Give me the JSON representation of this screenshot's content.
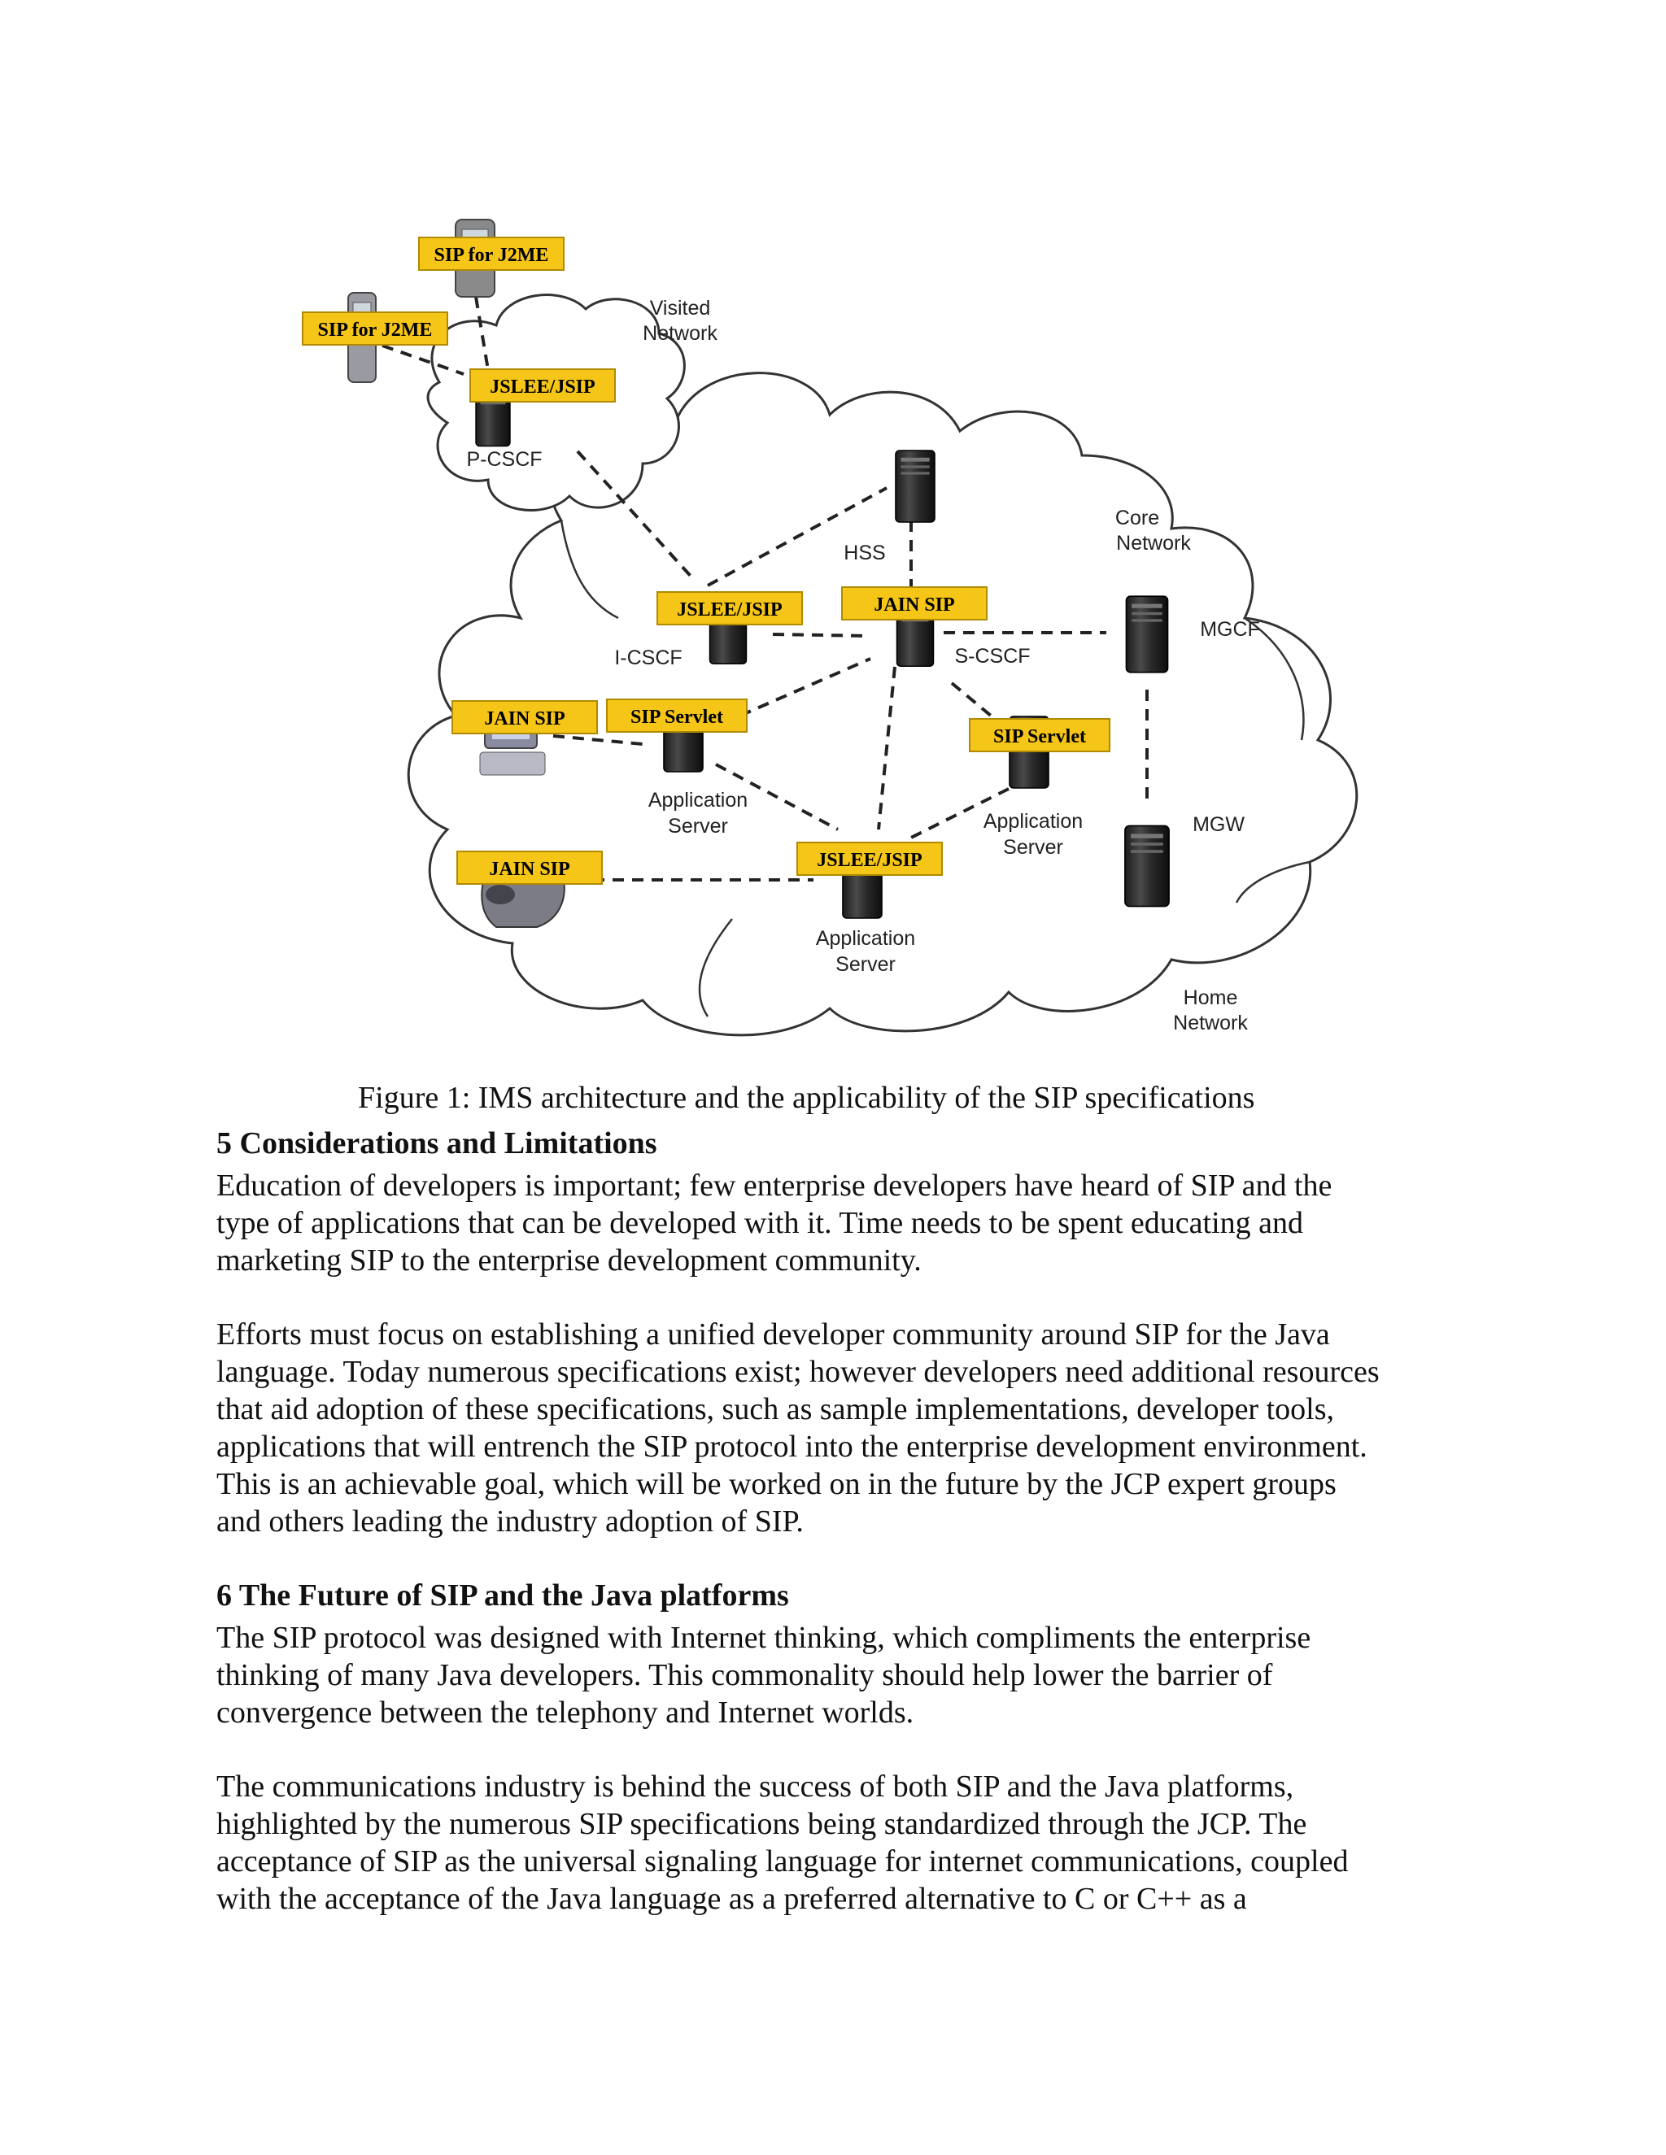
{
  "figure": {
    "tags": {
      "sip_j2me_top": "SIP for J2ME",
      "sip_j2me_left": "SIP for J2ME",
      "jslee_pcscf": "JSLEE/JSIP",
      "jslee_icscf": "JSLEE/JSIP",
      "jain_scscf": "JAIN SIP",
      "jain_left1": "JAIN SIP",
      "sip_servlet_1": "SIP Servlet",
      "sip_servlet_2": "SIP Servlet",
      "jain_left2": "JAIN SIP",
      "jslee_as3": "JSLEE/JSIP"
    },
    "labels": {
      "visited_network": [
        "Visited",
        "Network"
      ],
      "pcscf": "P-CSCF",
      "hss": "HSS",
      "core_network": [
        "Core",
        "Network"
      ],
      "icscf": "I-CSCF",
      "scscf": "S-CSCF",
      "mgcf": "MGCF",
      "as1": [
        "Application",
        "Server"
      ],
      "as2": [
        "Application",
        "Server"
      ],
      "mgw": "MGW",
      "as3": [
        "Application",
        "Server"
      ],
      "home_network": [
        "Home",
        "Network"
      ]
    },
    "tag_color": "#f5c518"
  },
  "caption": "Figure 1: IMS architecture and the applicability of the SIP specifications",
  "section5": {
    "heading": "5 Considerations and Limitations",
    "para1": [
      "Education of developers is important; few enterprise developers have heard of SIP and the",
      "type of applications that can be developed with it. Time needs to be spent educating and",
      "marketing SIP to the enterprise development community."
    ],
    "para2": [
      "Efforts must focus on establishing a unified developer community around SIP for the Java",
      "language. Today numerous specifications exist; however developers need additional resources",
      "that aid adoption of these specifications, such as sample implementations, developer tools,",
      "applications that will entrench the SIP protocol into the enterprise development environment.",
      "This is an achievable goal, which will be worked on in the future by the JCP expert groups",
      "and others leading the industry adoption of SIP."
    ]
  },
  "section6": {
    "heading": "6 The Future of SIP and the Java platforms",
    "para1": [
      "The SIP protocol was designed with Internet thinking, which compliments the enterprise",
      "thinking of many Java developers. This commonality should help lower the barrier of",
      "convergence between the telephony and Internet worlds."
    ],
    "para2": [
      "The communications industry is behind the success of both SIP and the Java platforms,",
      "highlighted by the numerous SIP specifications being standardized through the JCP. The",
      "acceptance of SIP as the universal signaling language for internet communications, coupled",
      "with the acceptance of the Java language as a preferred alternative to C or C++ as a"
    ]
  }
}
